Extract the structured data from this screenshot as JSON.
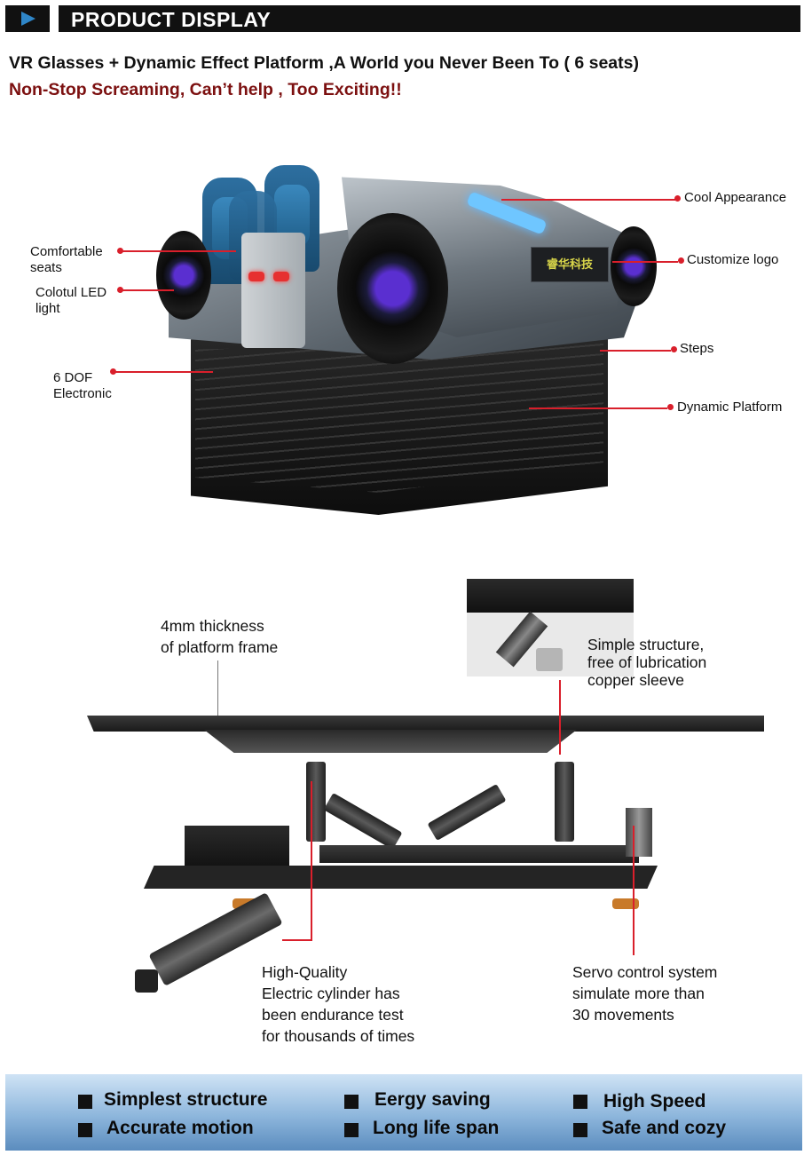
{
  "header": {
    "title": "PRODUCT DISPLAY",
    "icon": "play-arrow-icon",
    "accent": "#2f86c8"
  },
  "headline": "VR Glasses + Dynamic Effect Platform ,A World you Never Been To ( 6 seats)",
  "subheadline": "Non-Stop Screaming, Can’t help , Too Exciting!!",
  "product_image": {
    "logo_text": "睿华科技",
    "callouts_left": [
      {
        "line1": "Comfortable",
        "line2": "seats"
      },
      {
        "line1": "Colotul LED",
        "line2": "light"
      },
      {
        "line1": "6 DOF",
        "line2": "Electronic"
      }
    ],
    "callouts_right": [
      "Cool Appearance",
      "Customize logo",
      "Steps",
      "Dynamic Platform"
    ]
  },
  "platform_image": {
    "frame_note": [
      "4mm thickness",
      "of platform frame"
    ],
    "joint_note": [
      "Simple structure,",
      "free of lubrication",
      "copper sleeve"
    ],
    "cylinder_note": [
      "High-Quality",
      "Electric cylinder has",
      "been endurance test",
      "for thousands of times"
    ],
    "servo_note": [
      "Servo control system",
      "simulate more than",
      "30 movements"
    ]
  },
  "features": {
    "col1": [
      "Simplest structure",
      "Accurate motion"
    ],
    "col2": [
      "Eergy saving",
      "Long life span"
    ],
    "col3": [
      "High Speed",
      "Safe and cozy"
    ]
  },
  "colors": {
    "callout_line": "#d91f2b",
    "subheadline": "#7c1010",
    "footer_gradient_dark": "#5b8cbe"
  }
}
